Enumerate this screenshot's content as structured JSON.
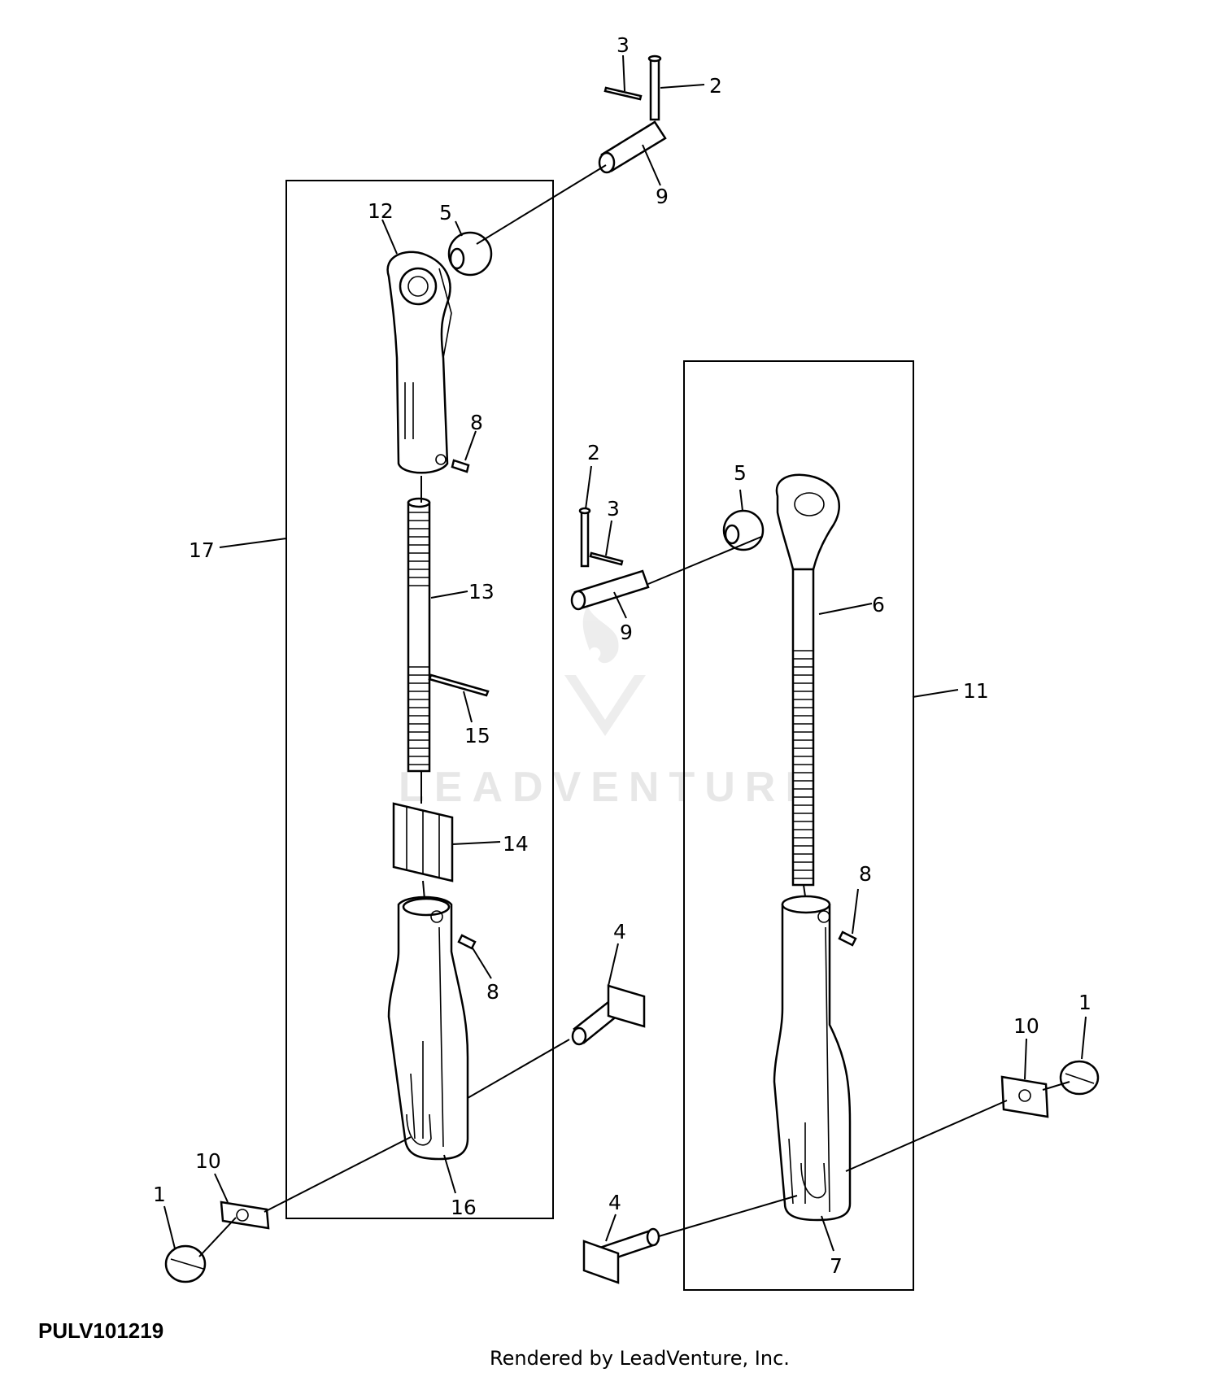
{
  "diagram": {
    "figure_code": "PULV101219",
    "footer": "Rendered by LeadVenture, Inc.",
    "watermark": "LEADVENTURE",
    "callouts": {
      "c1_left": "1",
      "c1_right": "1",
      "c2_top": "2",
      "c2_mid": "2",
      "c3_top": "3",
      "c3_mid": "3",
      "c4_upper": "4",
      "c4_lower": "4",
      "c5_left": "5",
      "c5_right": "5",
      "c6": "6",
      "c7": "7",
      "c8_a": "8",
      "c8_b": "8",
      "c8_c": "8",
      "c9_top": "9",
      "c9_mid": "9",
      "c10_left": "10",
      "c10_right": "10",
      "c11": "11",
      "c12": "12",
      "c13": "13",
      "c14": "14",
      "c15": "15",
      "c16": "16",
      "c17": "17"
    }
  }
}
